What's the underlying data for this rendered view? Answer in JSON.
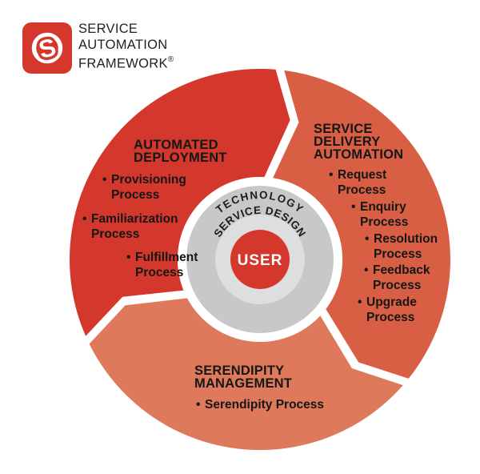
{
  "logo": {
    "monogram": "S",
    "brand_lines": [
      "SERVICE",
      "AUTOMATION",
      "FRAMEWORK"
    ],
    "registered_mark": "®"
  },
  "center": {
    "outer_ring_label": "TECHNOLOGY",
    "middle_ring_label": "SERVICE DESIGN",
    "core_label": "USER"
  },
  "ui": {
    "bullet_char": "•"
  },
  "segments": [
    {
      "id": "automated-deployment",
      "color": "#D4382D",
      "title_lines": [
        "AUTOMATED",
        "DEPLOYMENT"
      ],
      "items": [
        {
          "lines": [
            "Provisioning",
            "Process"
          ]
        },
        {
          "lines": [
            "Familiarization",
            "Process"
          ]
        },
        {
          "lines": [
            "Fulfillment",
            "Process"
          ]
        }
      ]
    },
    {
      "id": "service-delivery-automation",
      "color": "#D85F44",
      "title_lines": [
        "SERVICE",
        "DELIVERY",
        "AUTOMATION"
      ],
      "items": [
        {
          "lines": [
            "Request",
            "Process"
          ]
        },
        {
          "lines": [
            "Enquiry",
            "Process"
          ]
        },
        {
          "lines": [
            "Resolution",
            "Process"
          ]
        },
        {
          "lines": [
            "Feedback",
            "Process"
          ]
        },
        {
          "lines": [
            "Upgrade",
            "Process"
          ]
        }
      ]
    },
    {
      "id": "serendipity-management",
      "color": "#DE7A5B",
      "title_lines": [
        "SERENDIPITY",
        "MANAGEMENT"
      ],
      "items": [
        {
          "lines": [
            "Serendipity Process"
          ]
        }
      ]
    }
  ],
  "colors": {
    "brand_red": "#D4372B",
    "ring_outer_gray": "#C7C8C9",
    "ring_inner_gray": "#DDDEDF",
    "core_red": "#D4372B",
    "center_white": "#FFFFFF",
    "background": "#FFFFFF"
  }
}
